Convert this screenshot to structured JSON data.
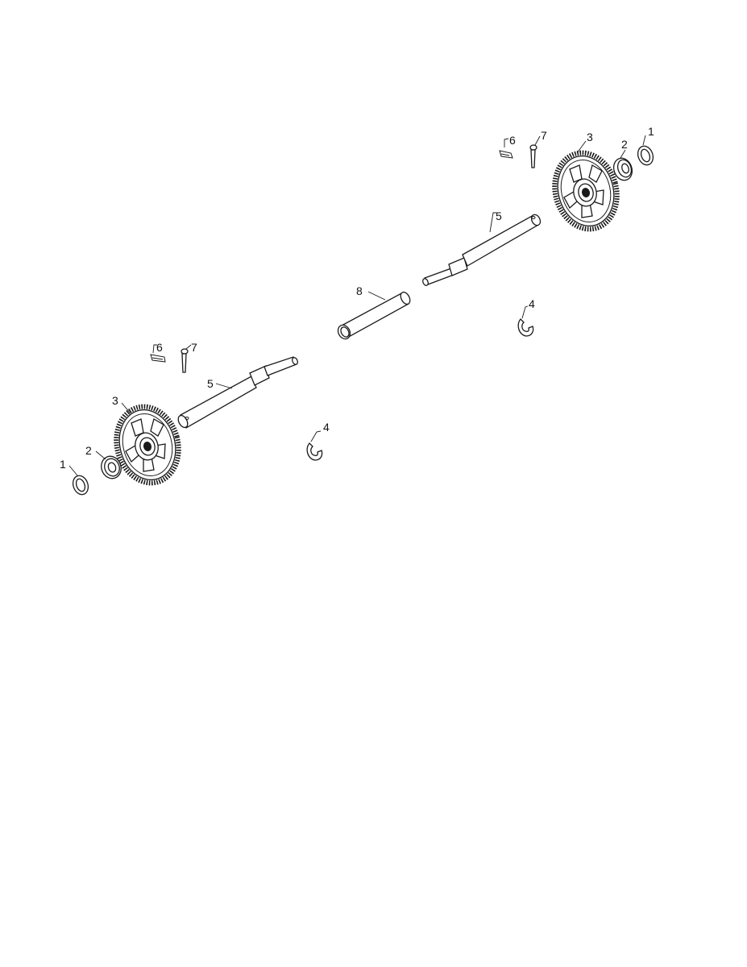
{
  "colors": {
    "line": "#1a1a1a",
    "background": "#ffffff"
  },
  "callouts": [
    {
      "id": "right-1",
      "label": "1"
    },
    {
      "id": "right-2",
      "label": "2"
    },
    {
      "id": "right-3",
      "label": "3"
    },
    {
      "id": "right-7",
      "label": "7"
    },
    {
      "id": "right-6",
      "label": "6"
    },
    {
      "id": "right-5",
      "label": "5"
    },
    {
      "id": "right-4",
      "label": "4"
    },
    {
      "id": "center-8",
      "label": "8"
    },
    {
      "id": "left-6",
      "label": "6"
    },
    {
      "id": "left-7",
      "label": "7"
    },
    {
      "id": "left-5",
      "label": "5"
    },
    {
      "id": "left-3",
      "label": "3"
    },
    {
      "id": "left-4",
      "label": "4"
    },
    {
      "id": "left-2",
      "label": "2"
    },
    {
      "id": "left-1",
      "label": "1"
    }
  ]
}
